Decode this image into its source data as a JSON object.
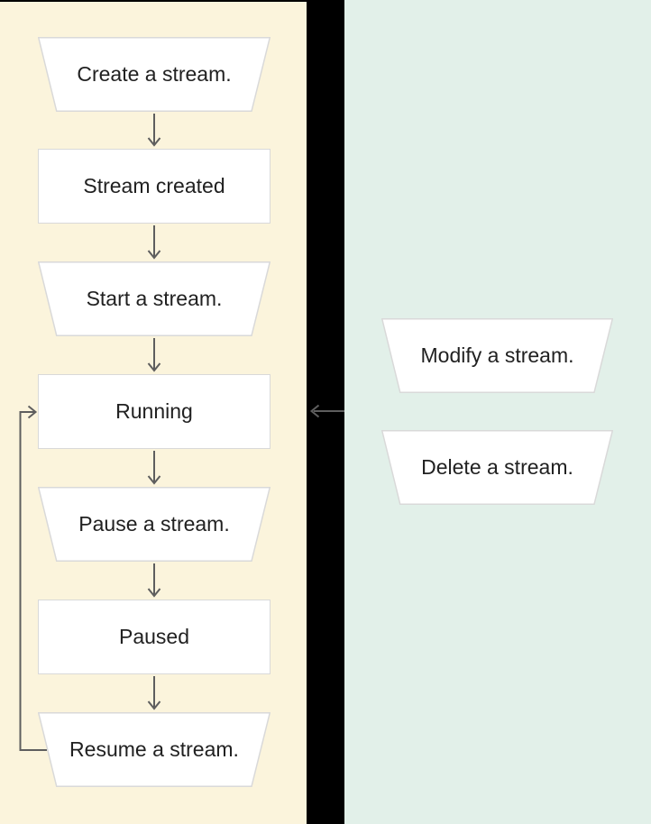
{
  "diagram": {
    "colors": {
      "page_background": "#000000",
      "left_panel_background": "#FBF4DC",
      "right_panel_background": "#E2F0E9",
      "node_fill": "#FFFFFF",
      "node_border": "#D9D9D9",
      "arrow": "#5E5E5E",
      "text": "#212121"
    },
    "left_panel": {
      "nodes": [
        {
          "id": "create-stream",
          "type": "trapezoid",
          "label": "Create a stream."
        },
        {
          "id": "stream-created",
          "type": "state",
          "label": "Stream created"
        },
        {
          "id": "start-stream",
          "type": "trapezoid",
          "label": "Start a stream."
        },
        {
          "id": "running",
          "type": "state",
          "label": "Running"
        },
        {
          "id": "pause-stream",
          "type": "trapezoid",
          "label": "Pause a stream."
        },
        {
          "id": "paused",
          "type": "state",
          "label": "Paused"
        },
        {
          "id": "resume-stream",
          "type": "trapezoid",
          "label": "Resume a stream."
        }
      ]
    },
    "right_panel": {
      "nodes": [
        {
          "id": "modify-stream",
          "type": "trapezoid",
          "label": "Modify a stream."
        },
        {
          "id": "delete-stream",
          "type": "trapezoid",
          "label": "Delete a stream."
        }
      ]
    }
  }
}
